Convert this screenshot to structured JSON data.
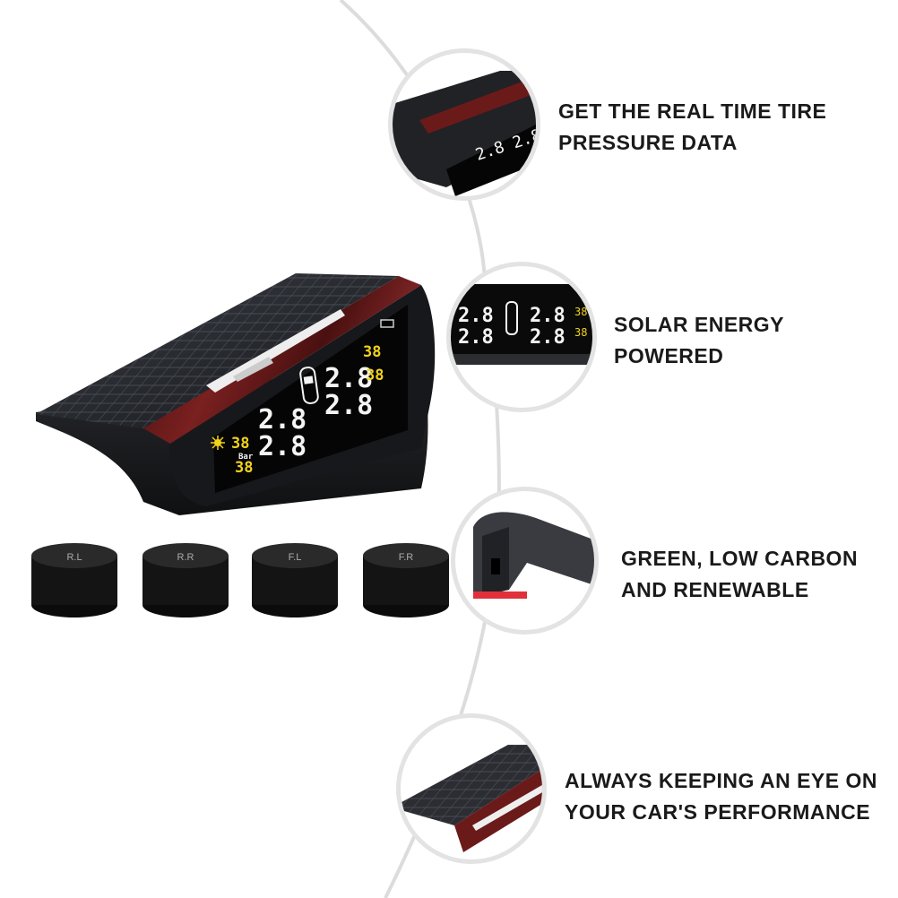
{
  "features": [
    {
      "line1": "GET THE REAL TIME TIRE",
      "line2": "PRESSURE DATA",
      "icon": "lcd-display-closeup"
    },
    {
      "line1": "SOLAR ENERGY",
      "line2": "POWERED",
      "icon": "lcd-screen-closeup"
    },
    {
      "line1": "GREEN, LOW CARBON",
      "line2": "AND RENEWABLE",
      "icon": "usb-port-closeup"
    },
    {
      "line1": "ALWAYS KEEPING AN EYE ON",
      "line2": "YOUR CAR'S PERFORMANCE",
      "icon": "solar-panel-closeup"
    }
  ],
  "display": {
    "pressure_fl": "2.8",
    "pressure_fr": "2.8",
    "pressure_rl": "2.8",
    "pressure_rr": "2.8",
    "temp_left_top": "38",
    "temp_left_bottom": "38",
    "temp_right_top": "38",
    "temp_right_bottom": "38",
    "unit": "Bar"
  },
  "sensors": [
    {
      "label": "R.L"
    },
    {
      "label": "R.R"
    },
    {
      "label": "F.L"
    },
    {
      "label": "F.R"
    }
  ],
  "colors": {
    "accent_wood": "#6b1a1a",
    "lcd_white": "#f4f4f4",
    "lcd_yellow": "#f2d21a",
    "circle_border": "#e3e3e3",
    "arc_line": "#dcdcdc"
  }
}
